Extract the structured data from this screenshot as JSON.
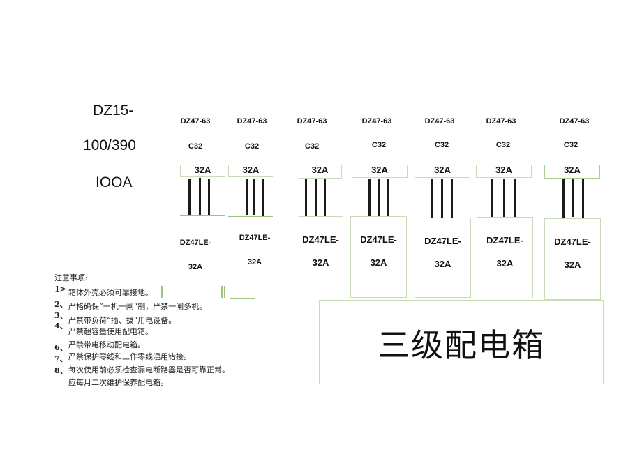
{
  "main_breaker": {
    "model": "DZ15-",
    "spec": "100/390",
    "rating": "IOOA"
  },
  "branches": [
    {
      "top_model": "DZ47-63",
      "curve": "C32",
      "top_rating": "32A",
      "rcd_model": "DZ47LE-",
      "rcd_rating": "32A"
    },
    {
      "top_model": "DZ47-63",
      "curve": "C32",
      "top_rating": "32A",
      "rcd_model": "DZ47LE-",
      "rcd_rating": "32A"
    },
    {
      "top_model": "DZ47-63",
      "curve": "C32",
      "top_rating": "32A",
      "rcd_model": "DZ47LE-",
      "rcd_rating": "32A"
    },
    {
      "top_model": "DZ47-63",
      "curve": "C32",
      "top_rating": "32A",
      "rcd_model": "DZ47LE-",
      "rcd_rating": "32A"
    },
    {
      "top_model": "DZ47-63",
      "curve": "C32",
      "top_rating": "32A",
      "rcd_model": "DZ47LE-",
      "rcd_rating": "32A"
    },
    {
      "top_model": "DZ47-63",
      "curve": "C32",
      "top_rating": "32A",
      "rcd_model": "DZ47LE-",
      "rcd_rating": "32A"
    },
    {
      "top_model": "DZ47-63",
      "curve": "C32",
      "top_rating": "32A",
      "rcd_model": "DZ47LE-",
      "rcd_rating": "32A"
    }
  ],
  "notes": {
    "heading": "注意事项:",
    "items": [
      {
        "num": "1>",
        "text": "箱体外壳必须可靠接地。"
      },
      {
        "num": "2、",
        "text": "严格确保“一机一闸”制，严禁一闸多机。"
      },
      {
        "num": "3、",
        "text": "严禁带负荷“插、拔”用电设备。"
      },
      {
        "num": "4、",
        "text": "严禁超容量使用配电箱。"
      },
      {
        "num": "6、",
        "text": "严禁带电移动配电箱。"
      },
      {
        "num": "7、",
        "text": "严禁保护零线和工作零线混用错接。"
      },
      {
        "num": "8、",
        "text": "每次使用前必须检查漏电断路器是否可靠正常。"
      },
      {
        "num": "",
        "text": "应每月二次维护保养配电箱。"
      }
    ]
  },
  "title": "三级配电箱",
  "colors": {
    "box_border": "#c9dcb8",
    "wire": "#1a1a1a",
    "text": "#111111"
  }
}
